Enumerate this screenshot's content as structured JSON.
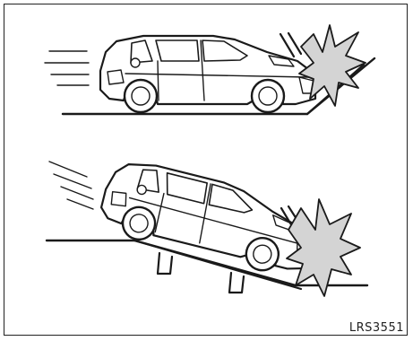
{
  "figure": {
    "code": "LRS3551",
    "panels": [
      "level-front-collision",
      "downhill-front-collision"
    ]
  },
  "colors": {
    "line": "#1a1a1a",
    "burst_fill": "#d4d4d4",
    "background": "#ffffff"
  }
}
